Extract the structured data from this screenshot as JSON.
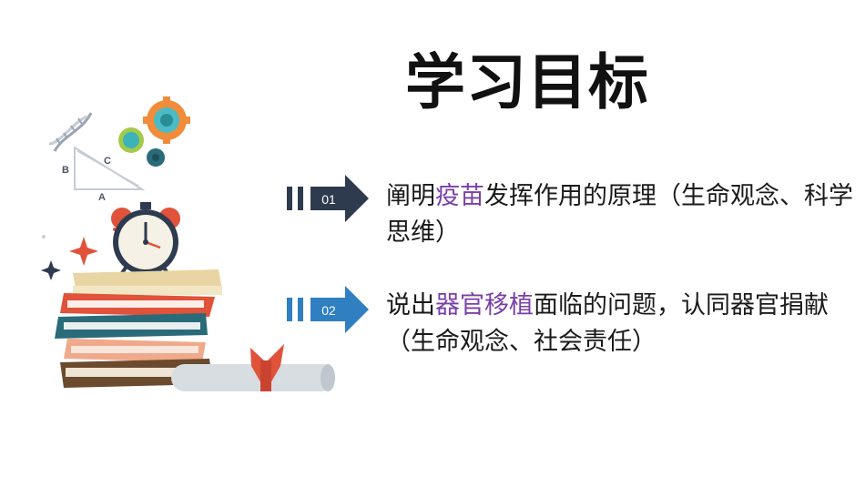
{
  "slide": {
    "title": "学习目标"
  },
  "objectives": [
    {
      "number": "01",
      "badge_color": "#2e3b4f",
      "text_before": "阐明",
      "highlight": "疫苗",
      "text_after": "发挥作用的原理（生命观念、科学思维）"
    },
    {
      "number": "02",
      "badge_color": "#2f7fc1",
      "text_before": "说出",
      "highlight": "器官移植",
      "text_after": "面临的问题，认同器官捐献（生命观念、社会责任）"
    }
  ],
  "illustration": {
    "triangle_labels": [
      "B",
      "C",
      "A"
    ],
    "icons": [
      "dna-icon",
      "gear-icon",
      "alarm-clock-icon",
      "books-icon",
      "diploma-icon",
      "sparkle-icon"
    ]
  },
  "colors": {
    "highlight": "#7b3fa8",
    "title": "#111111"
  }
}
